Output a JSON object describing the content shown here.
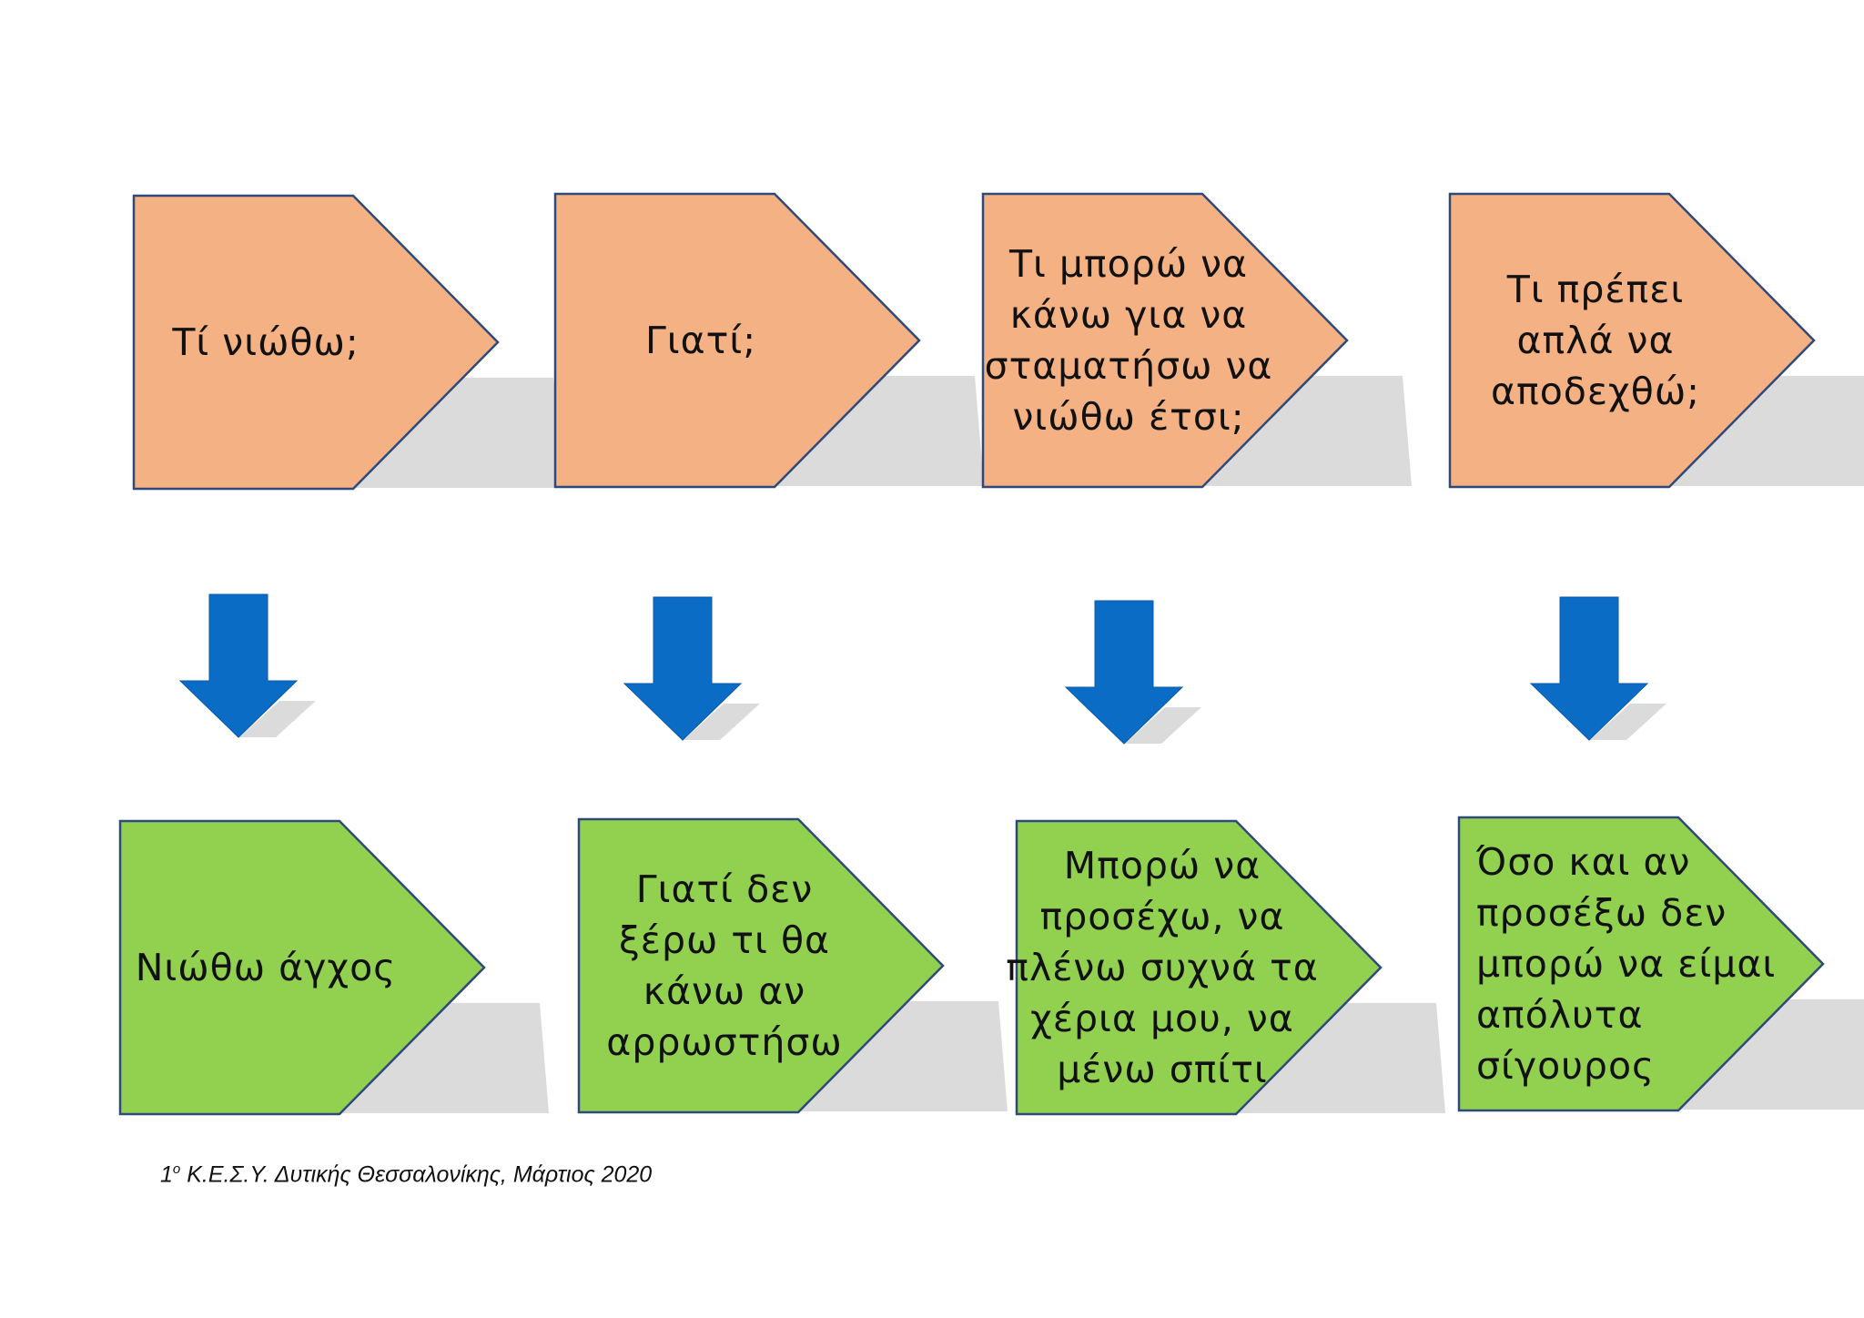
{
  "colors": {
    "question_fill": "#f4b183",
    "answer_fill": "#92d050",
    "outline": "#2f4a7a",
    "arrow_fill": "#0a6cc4",
    "shadow": "#c8c8c8"
  },
  "questions": [
    {
      "lines": [
        "Τί νιώθω;"
      ]
    },
    {
      "lines": [
        "Γιατί;"
      ]
    },
    {
      "lines": [
        "Τι μπορώ να",
        "κάνω για να",
        "σταματήσω να",
        "νιώθω έτσι;"
      ]
    },
    {
      "lines": [
        "Τι πρέπει",
        "απλά να",
        "αποδεχθώ;"
      ]
    }
  ],
  "answers": [
    {
      "lines": [
        "Νιώθω άγχος"
      ]
    },
    {
      "lines": [
        "Γιατί δεν",
        "ξέρω τι θα",
        "κάνω αν",
        "αρρωστήσω"
      ]
    },
    {
      "lines": [
        "Μπορώ να",
        "προσέχω, να",
        "πλένω συχνά τα",
        "χέρια μου, να",
        "μένω σπίτι"
      ]
    },
    {
      "lines": [
        "Όσο και αν",
        "προσέξω δεν",
        "μπορώ να είμαι",
        "απόλυτα",
        "σίγουρος"
      ]
    }
  ],
  "arrow_icon": "down-arrow-icon",
  "footer": {
    "ordinal": "1",
    "superscript": "o",
    "text": " Κ.Ε.Σ.Υ. Δυτικής Θεσσαλονίκης, Μάρτιος 2020"
  }
}
